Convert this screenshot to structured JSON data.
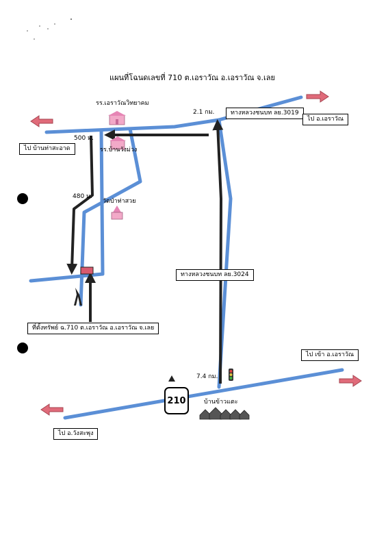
{
  "title": "แผนที่โฉนดเลขที่ 710 ต.เอราวัณ อ.เอราวัณ จ.เลย",
  "colors": {
    "road": "#5b8fd6",
    "route_arrow": "#222222",
    "direction_arrow": "#e06b7a",
    "marker": "#d95a6e",
    "landmark": "#f2a9c8"
  },
  "labels": {
    "school_1": "รร.เอราวัณวิทยาคม",
    "school_2": "รร.บ้านวังม่วง",
    "temple": "วัดป่าท่าสวย",
    "village": "บ้านข้าวแตะ",
    "highway_3019": "ทางหลวงชนบท ลย.3019",
    "highway_3024": "ทางหลวงชนบท ลย.3024",
    "dest_left_top": "ไป บ้านท่าสะอาด",
    "dest_right_top": "ไป อ.เอราวัณ",
    "dest_right_bottom": "ไป เข้า อ.เอราวัณ",
    "dest_left_bottom": "ไป อ.วังสะพุง",
    "property": "ที่ตั้งทรัพย์ ฉ.710 ต.เอราวัณ อ.เอราวัณ จ.เลย",
    "route_shield": "210"
  },
  "distances": {
    "d1": "2.1 กม.",
    "d2": "500 ม.",
    "d3": "480 ม.",
    "d4": "7.4 กม."
  },
  "icons": [
    "direction-arrow-icon",
    "school-icon",
    "temple-icon",
    "village-houses-icon",
    "traffic-light-icon",
    "north-arrow-icon",
    "property-marker-icon"
  ]
}
